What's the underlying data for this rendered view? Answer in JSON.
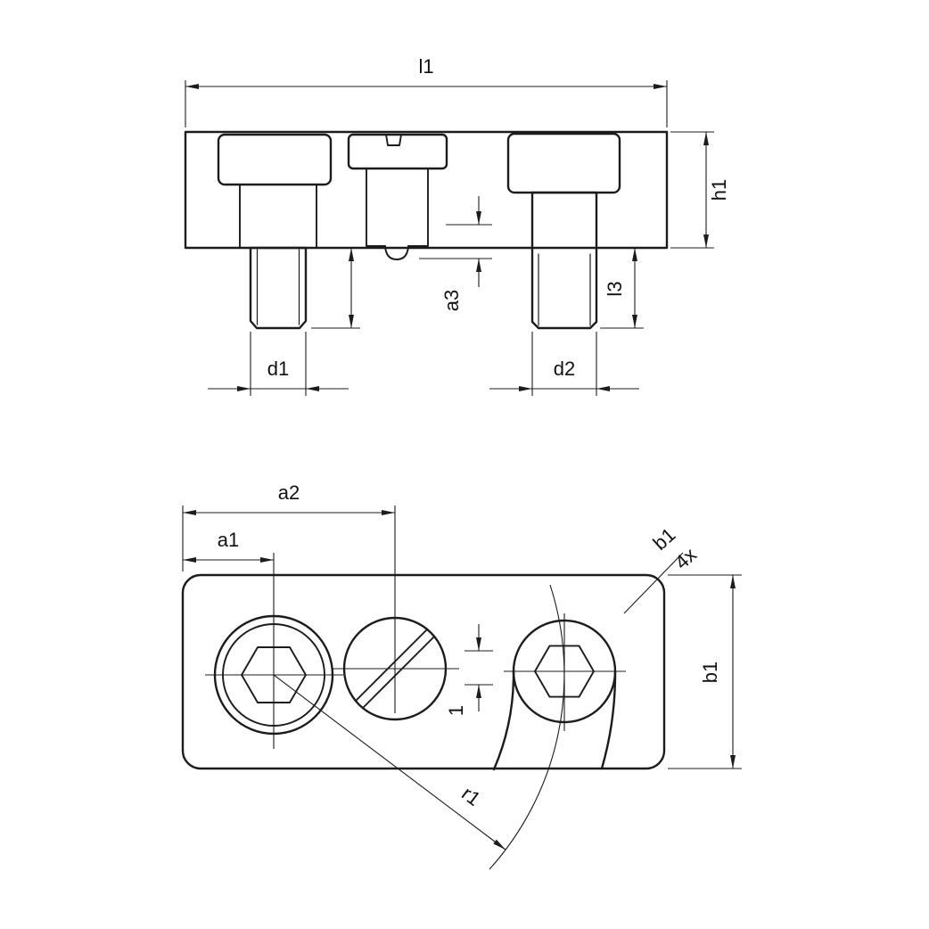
{
  "drawing": {
    "background": "#ffffff",
    "line_color": "#1c1c1c",
    "front_view": {
      "dim_l1": "l1",
      "dim_h1": "h1",
      "dim_a3": "a3",
      "dim_l3": "l3",
      "dim_d1": "d1",
      "dim_d2": "d2"
    },
    "plan_view": {
      "dim_a2": "a2",
      "dim_a1": "a1",
      "corner_label": "b1",
      "corner_count": "4x",
      "dim_b1": "b1",
      "dim_one": "1",
      "dim_r1": "r1"
    }
  }
}
